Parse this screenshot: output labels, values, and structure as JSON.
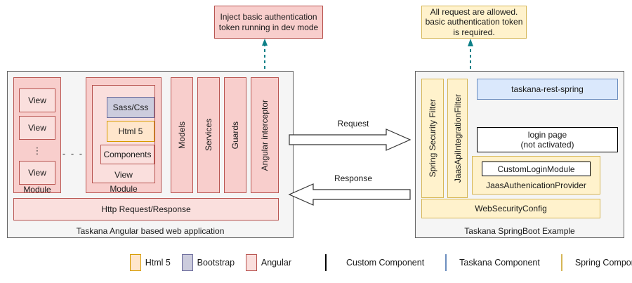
{
  "notes": {
    "left": "Inject basic authentication token running in dev mode",
    "right": "All request are allowed. basic authentication token is required."
  },
  "left_panel": {
    "caption": "Taskana Angular based web application",
    "module_a": {
      "label": "Module",
      "views": [
        "View",
        "View",
        "View"
      ],
      "ellipsis": "⋮"
    },
    "between_modules": "- - -",
    "module_b": {
      "label": "Module",
      "view_label": "View",
      "items": [
        {
          "label": "Sass/Css",
          "kind": "bootstrap"
        },
        {
          "label": "Html 5",
          "kind": "html5"
        },
        {
          "label": "Components",
          "kind": "angular"
        }
      ]
    },
    "columns": [
      "Models",
      "Services",
      "Guards",
      "Angular interceptor"
    ],
    "footer_bar": "Http Request/Response"
  },
  "arrows": {
    "request": "Request",
    "response": "Response"
  },
  "right_panel": {
    "caption": "Taskana SpringBoot Example",
    "filters": [
      "Spring Security Filter",
      "JaasApiIntegrationFilter"
    ],
    "rest": "taskana-rest-spring",
    "login_page_line1": "login page",
    "login_page_line2": "(not activated)",
    "provider": {
      "inner": "CustomLoginModule",
      "label": "JaasAuthenicationProvider"
    },
    "web_security_config": "WebSecurityConfig"
  },
  "legend": {
    "left_items": [
      {
        "label": "Html 5",
        "kind": "html5"
      },
      {
        "label": "Bootstrap",
        "kind": "bootstrap"
      },
      {
        "label": "Angular",
        "kind": "angular"
      }
    ],
    "right_items": [
      {
        "label": "Custom Component",
        "kind": "custom"
      },
      {
        "label": "Taskana Component",
        "kind": "taskana"
      },
      {
        "label": "Spring Component",
        "kind": "spring"
      }
    ]
  },
  "colors": {
    "angular": "#f8cecc",
    "angular_border": "#b85450",
    "angular_light": "#fadfdd",
    "bootstrap": "#ccccdd",
    "bootstrap_border": "#6c6c9c",
    "html5": "#ffe6cc",
    "html5_border": "#d79b00",
    "spring": "#fff2cc",
    "spring_border": "#d6b656",
    "taskana": "#dae8fc",
    "taskana_border": "#6c8ebf",
    "custom": "#ffffff",
    "custom_border": "#000000",
    "panel_bg": "#f5f5f5",
    "panel_border": "#666666",
    "connector": "#0e8088"
  }
}
